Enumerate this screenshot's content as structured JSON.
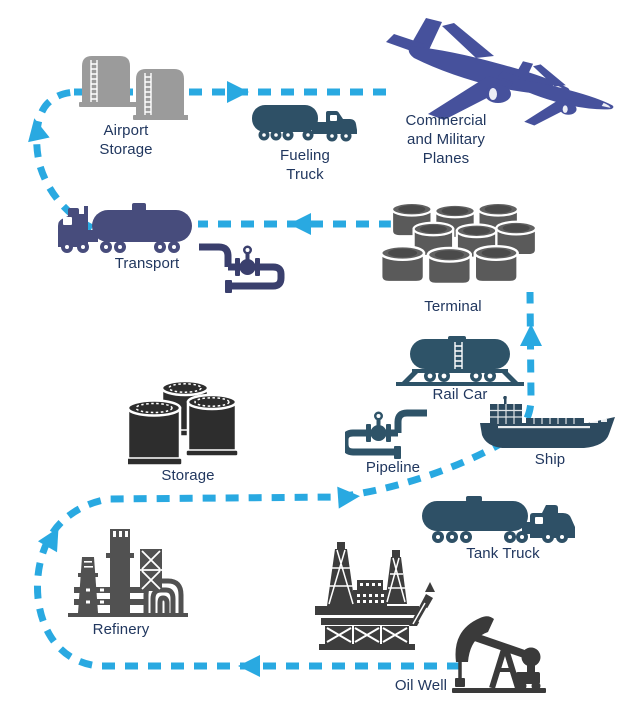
{
  "diagram": {
    "nodes": {
      "airport_storage": {
        "lines": [
          "Airport",
          "Storage"
        ]
      },
      "fueling_truck": {
        "lines": [
          "Fueling",
          "Truck"
        ]
      },
      "planes": {
        "lines": [
          "Commercial",
          "and Military",
          "Planes"
        ]
      },
      "transport": {
        "lines": [
          "Transport"
        ]
      },
      "terminal": {
        "lines": [
          "Terminal"
        ]
      },
      "rail_car": {
        "lines": [
          "Rail Car"
        ]
      },
      "pipeline": {
        "lines": [
          "Pipeline"
        ]
      },
      "ship": {
        "lines": [
          "Ship"
        ]
      },
      "tank_truck": {
        "lines": [
          "Tank Truck"
        ]
      },
      "storage": {
        "lines": [
          "Storage"
        ]
      },
      "refinery": {
        "lines": [
          "Refinery"
        ]
      },
      "oil_well": {
        "lines": [
          "Oil Well"
        ]
      }
    },
    "flow": {
      "connections": [
        {
          "from": "Oil Well",
          "to": "Refinery"
        },
        {
          "from": "Refinery",
          "to": "Storage"
        },
        {
          "from": "Storage",
          "to": "Pipeline / Rail Car / Ship / Tank Truck"
        },
        {
          "from": "Ship",
          "to": "Terminal"
        },
        {
          "from": "Terminal",
          "to": "Transport"
        },
        {
          "from": "Transport",
          "to": "Airport Storage"
        },
        {
          "from": "Airport Storage",
          "to": "Fueling Truck"
        },
        {
          "from": "Fueling Truck",
          "to": "Commercial and Military Planes"
        }
      ]
    },
    "colors": {
      "arrow_blue": "#29A9E1",
      "label_navy": "#21375F",
      "plane_indigo": "#46519C",
      "transport_truck_indigo": "#474C7C",
      "steel_blue_vehicles": "#2E5066",
      "ship_navy": "#2D4A5F",
      "pipeline_steel": "#2E5368",
      "valve_navy": "#3A3F6D",
      "airport_tank_gray": "#9B9B9B",
      "terminal_barrel_gray": "#5A5A5A",
      "storage_tank_black": "#2D2D2D",
      "refinery_gray": "#515151",
      "oil_well_charcoal": "#3A3A3A"
    }
  }
}
